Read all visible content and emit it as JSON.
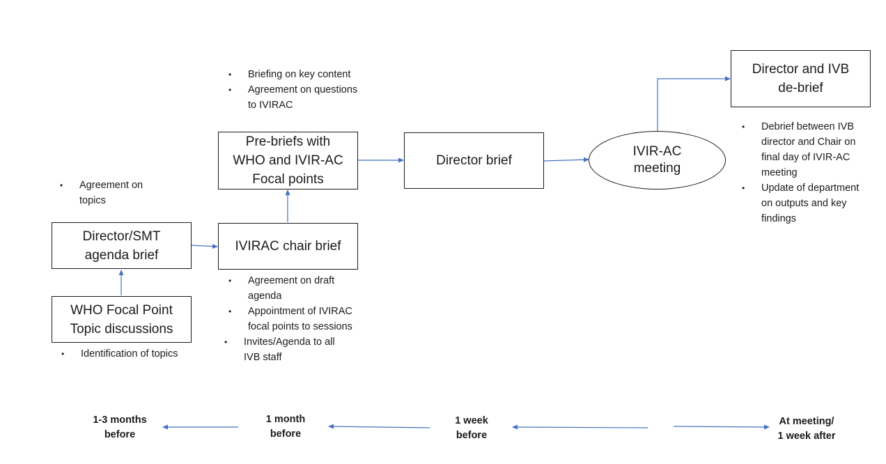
{
  "nodes": {
    "focal_point": "WHO Focal Point\nTopic discussions",
    "director_smt": "Director/SMT\nagenda brief",
    "chair_brief": "IVIRAC chair brief",
    "prebriefs": "Pre-briefs with\nWHO and IVIR-AC\nFocal points",
    "director_brief": "Director brief",
    "meeting": "IVIR-AC\nmeeting",
    "debrief": "Director and IVB\nde-brief"
  },
  "notes": {
    "focal_point": [
      "Identification of topics"
    ],
    "director_smt": [
      "Agreement on topics"
    ],
    "chair_brief": [
      "Agreement on draft agenda",
      "Appointment of IVIRAC focal points to sessions",
      "Invites/Agenda to all IVB staff"
    ],
    "prebriefs": [
      "Briefing on key content",
      "Agreement on questions to IVIRAC"
    ],
    "debrief": [
      "Debrief between IVB director and Chair on final day of IVIR-AC meeting",
      "Update of department on outputs and key findings"
    ]
  },
  "timeline": [
    "1-3 months\nbefore",
    "1 month\nbefore",
    "1 week\nbefore",
    "At meeting/\n1 week after"
  ],
  "colors": {
    "arrow": "#4472c4",
    "border": "#1a1a1a"
  }
}
